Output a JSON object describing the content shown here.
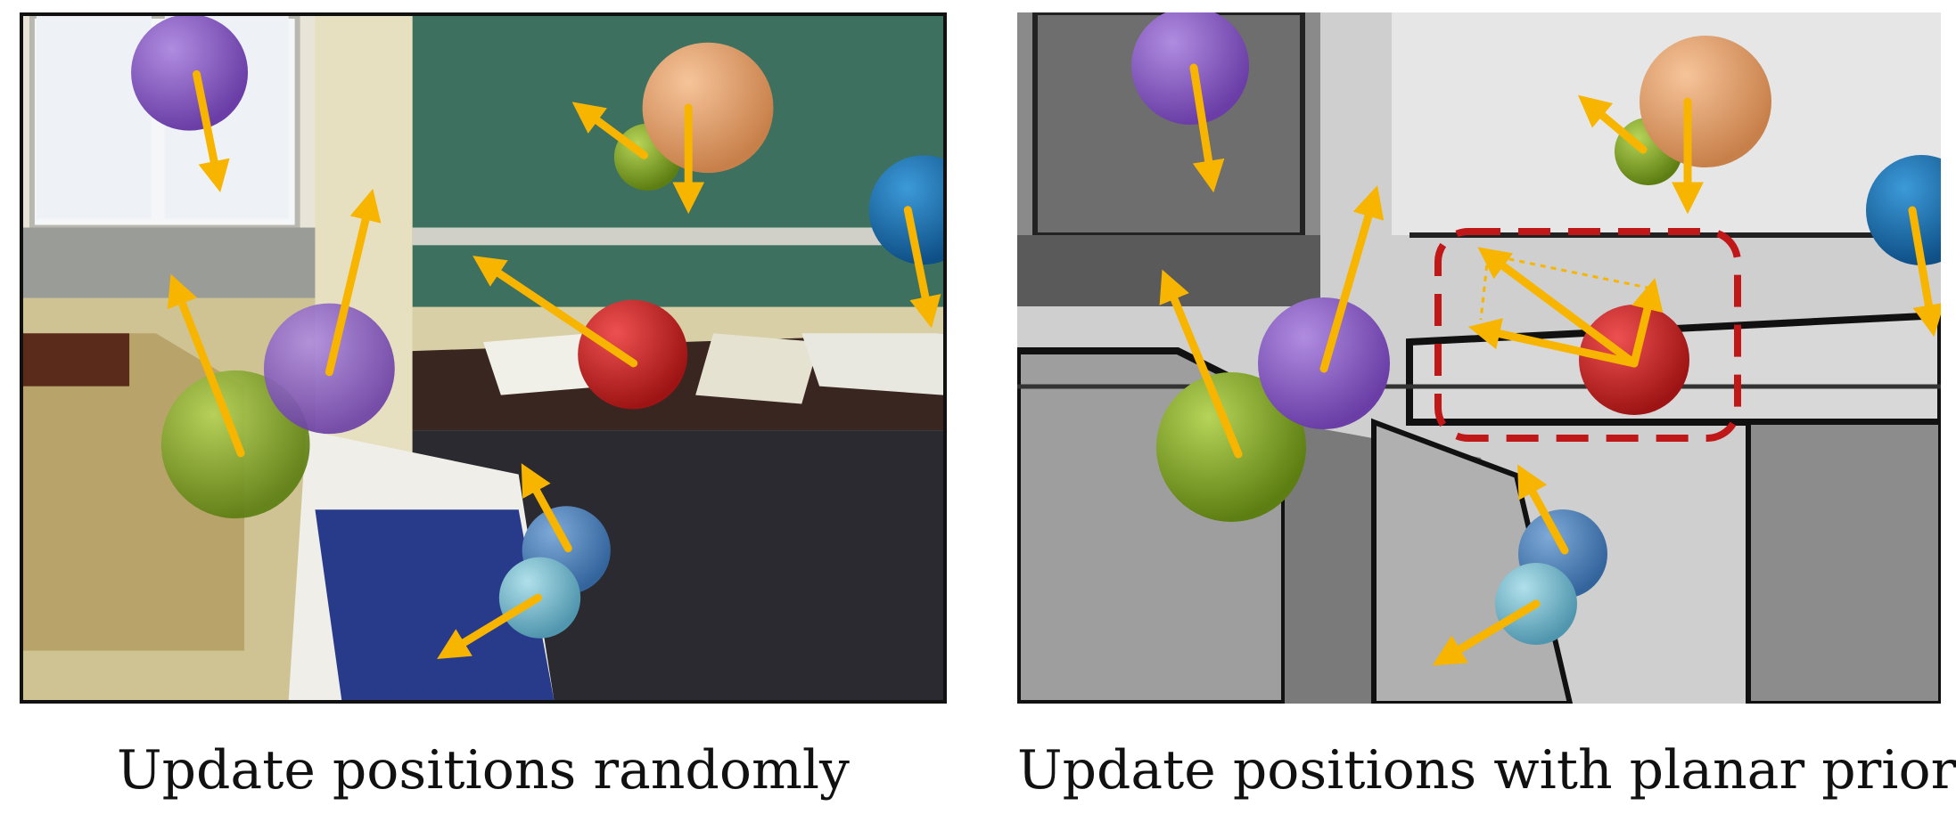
{
  "captions": {
    "left": "Update positions randomly",
    "right": "Update positions with planar priors"
  },
  "colors": {
    "arrow": "#f7b500",
    "highlight_box": "#c01818",
    "purple_sphere": "#8a5cc0",
    "orange_sphere": "#e8a370",
    "lime_sphere": "#8aad2a",
    "teal_sphere": "#1e73b4",
    "red_sphere": "#d02828",
    "steel_blue_sphere": "#4e86c4",
    "light_cyan_sphere": "#7cc0d4"
  },
  "panels": [
    {
      "name": "left",
      "background": "photo-of-office-room"
    },
    {
      "name": "right",
      "background": "grayscale-edge-map-of-office-room"
    }
  ]
}
